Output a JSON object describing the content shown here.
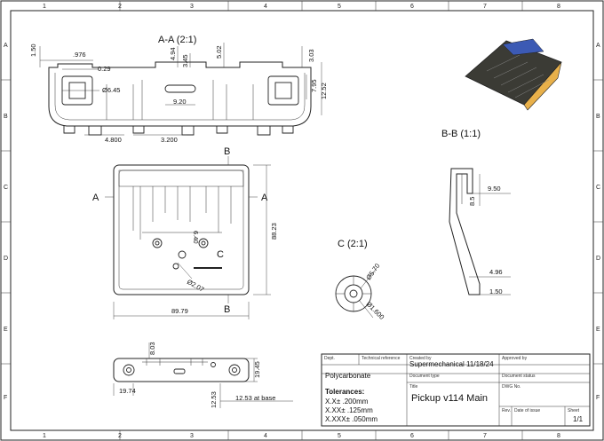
{
  "zones": {
    "columns": [
      "1",
      "2",
      "3",
      "4",
      "5",
      "6",
      "7",
      "8"
    ],
    "rows": [
      "A",
      "B",
      "C",
      "D",
      "E",
      "F"
    ]
  },
  "views": {
    "section_aa": {
      "title": "A-A (2:1)",
      "dims": [
        "1.50",
        ".976",
        "0.29",
        "Ø6.45",
        "4.94",
        "3.45",
        "5.02",
        "3.03",
        "9.20",
        "4.800",
        "3.200",
        "7.95",
        "12.52"
      ]
    },
    "section_bb": {
      "title": "B-B (1:1)",
      "dims": [
        "9.50",
        "8.5",
        "4.96",
        "1.50"
      ]
    },
    "detail_c": {
      "title": "C (2:1)",
      "dims": [
        "Ø5.70",
        "Ø1.600"
      ]
    },
    "top_view": {
      "section_marks": {
        "a_left": "A",
        "a_right": "A",
        "b_top": "B",
        "b_bottom": "B",
        "detail": "C"
      },
      "dims": [
        "88.23",
        "89.79",
        "6.40",
        "Ø2.07"
      ]
    },
    "front_view": {
      "dims": [
        "8.03",
        "19.45",
        "19.74",
        "12.53",
        "12.53 at base"
      ]
    }
  },
  "title_block": {
    "dept_label": "Dept.",
    "tech_ref_label": "Technical reference",
    "created_by_label": "Created by",
    "created_by": "Supermechanical  11/18/24",
    "approved_by_label": "Approved by",
    "doc_type_label": "Document type",
    "doc_status_label": "Document status",
    "material": "Polycarbonate",
    "tolerances_title": "Tolerances:",
    "tolerances": [
      "X.X± .200mm",
      "X.XX± .125mm",
      "X.XXX± .050mm"
    ],
    "title_label": "Title",
    "title": "Pickup v114 Main",
    "dwg_no_label": "DWG No.",
    "rev_label": "Rev.",
    "date_label": "Date of issue",
    "sheet_label": "Sheet",
    "sheet": "1/1"
  },
  "iso_colors": {
    "body": "#3b3b35",
    "accent": "#e8b04a",
    "blue": "#3c5ab4"
  }
}
